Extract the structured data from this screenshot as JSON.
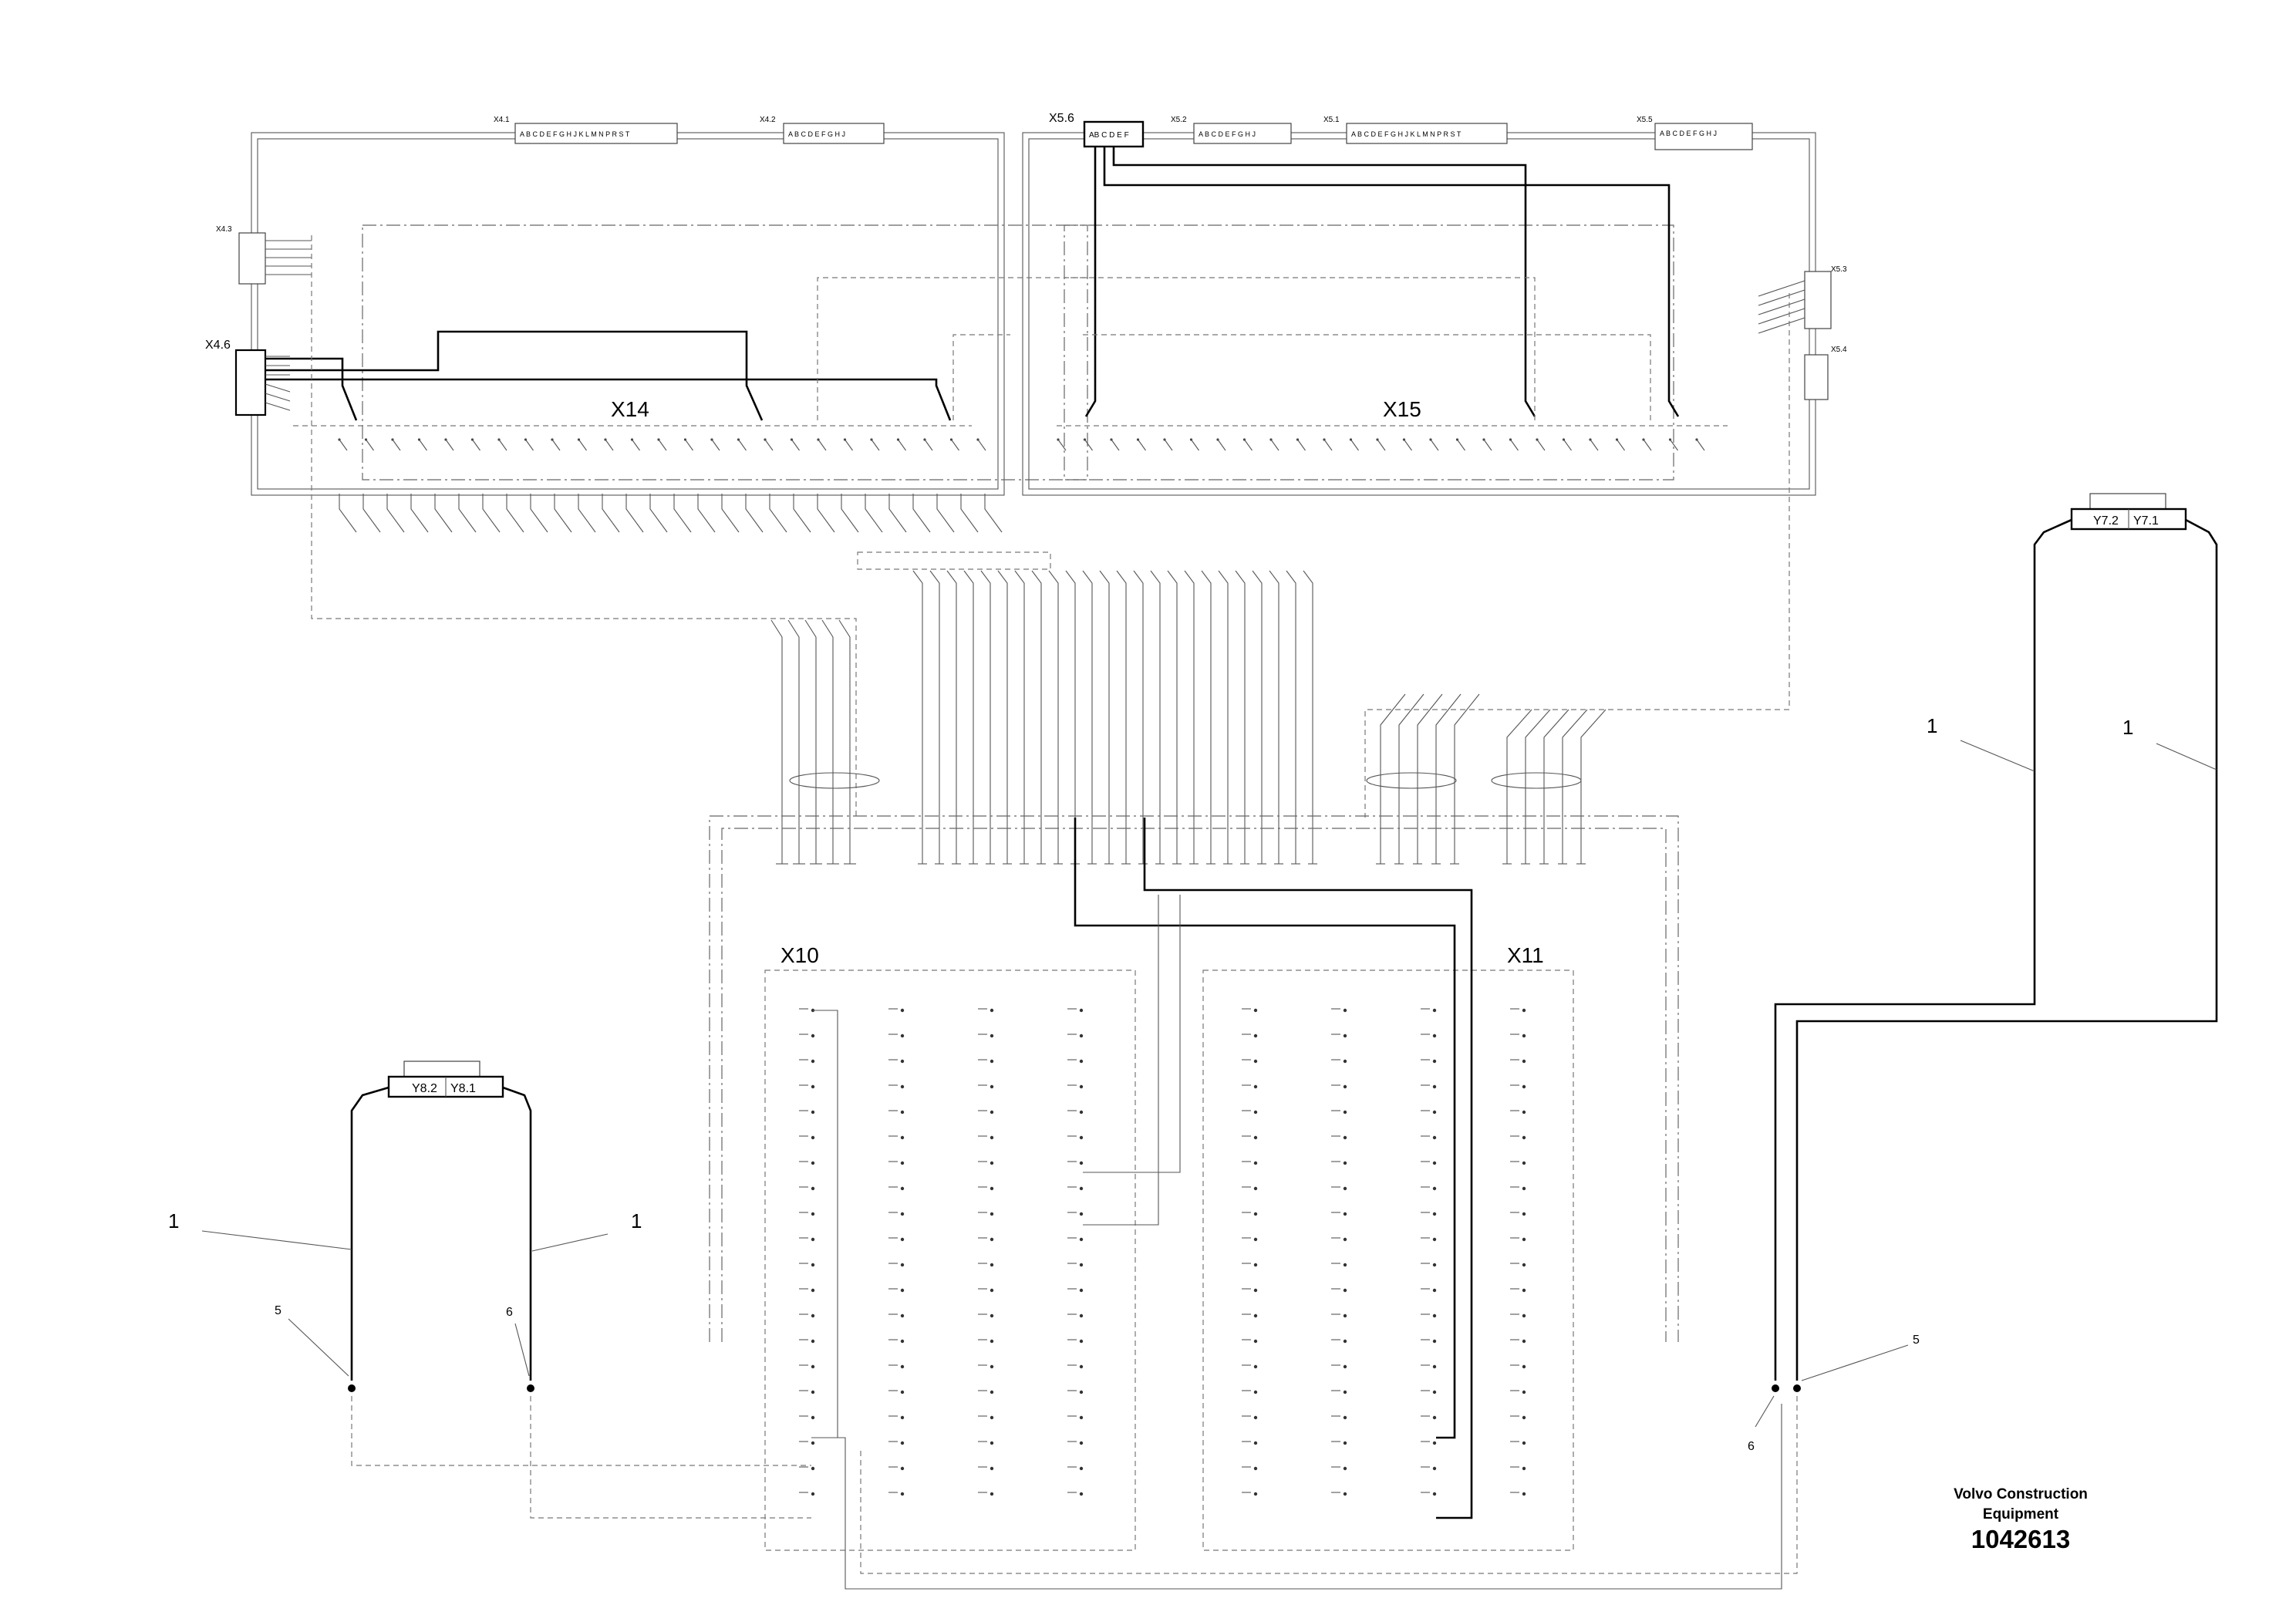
{
  "title_block": {
    "company": "Volvo Construction Equipment",
    "drawing_number": "1042613"
  },
  "blocks": {
    "x14": "X14",
    "x15": "X15",
    "x10": "X10",
    "x11": "X11"
  },
  "connectors": {
    "x4_1": "X4.1",
    "x4_1_pins": "A B C D E F G H J K L M N P R S T",
    "x4_2": "X4.2",
    "x4_2_pins": "A B C D E F G H J",
    "x4_3": "X4.3",
    "x4_6": "X4.6",
    "x5_6": "X5.6",
    "x5_6_pins": "AB C D E F",
    "x5_2": "X5.2",
    "x5_2_pins": "A B C D E F G H J",
    "x5_1": "X5.1",
    "x5_1_pins": "A B C D E F G H J K L M N P R S T",
    "x5_5": "X5.5",
    "x5_5_pins": "A B C D E F G H J",
    "x5_3": "X5.3",
    "x5_4": "X5.4"
  },
  "solenoids": {
    "y8_2": "Y8.2",
    "y8_1": "Y8.1",
    "y7_2": "Y7.2",
    "y7_1": "Y7.1"
  },
  "callouts": {
    "hose_a": "1",
    "hose_b": "1",
    "hose_c": "1",
    "hose_d": "1",
    "item_5_left": "5",
    "item_6_left": "6",
    "item_5_right": "5",
    "item_6_right": "6"
  }
}
